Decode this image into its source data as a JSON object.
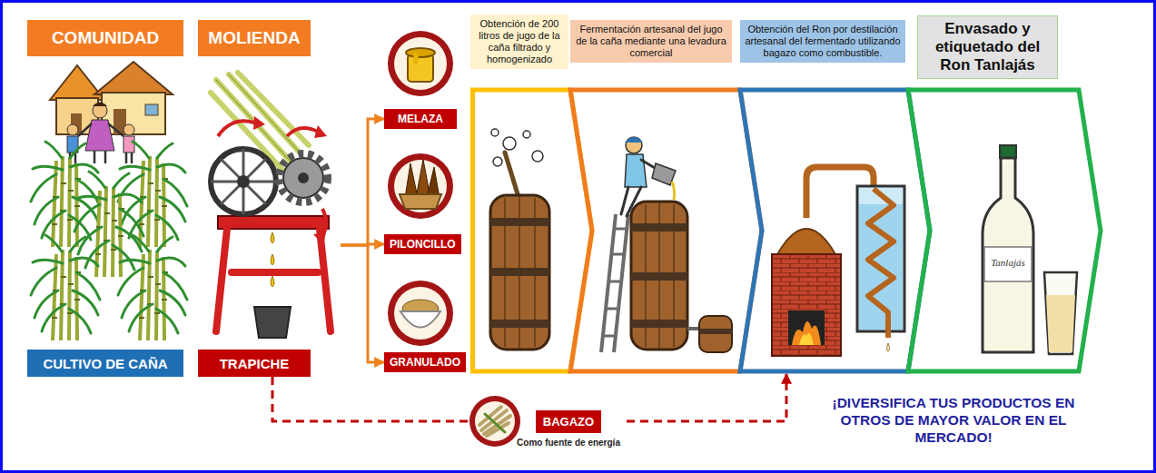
{
  "diagram": {
    "nodes": [
      {
        "text": [
          "COMUNIDAD"
        ]
      },
      {
        "text": [
          "MOLIENDA"
        ]
      },
      {
        "text": [
          "CULTIVO DE CAÑA"
        ]
      },
      {
        "text": [
          "TRAPICHE"
        ]
      },
      {
        "text": [
          "MELAZA"
        ]
      },
      {
        "text": [
          "PILONCILLO"
        ]
      },
      {
        "text": [
          "GRANULADO"
        ]
      },
      {
        "text": [
          "Obtención de 200 litros de jugo de la caña filtrado y homogenizado"
        ]
      },
      {
        "text": [
          "Fermentación artesanal del jugo de la caña mediante una levadura comercial"
        ]
      },
      {
        "text": [
          "Obtención del Ron por destilación artesanal del fermentado utilizando bagazo como combustible."
        ]
      },
      {
        "text": [
          "Envasado y etiquetado del Ron Tanlajás"
        ]
      },
      {
        "text": [
          "BAGAZO",
          "Como fuente de energía"
        ]
      }
    ],
    "edges": [
      {
        "from": 3,
        "to": 4,
        "arrow": "to"
      },
      {
        "from": 3,
        "to": 5,
        "arrow": "to"
      },
      {
        "from": 3,
        "to": 6,
        "arrow": "to"
      },
      {
        "from": 3,
        "to": 11,
        "arrow": "none"
      },
      {
        "from": 11,
        "to": 9,
        "arrow": "to"
      }
    ],
    "labels": [
      "Tanlajás",
      "¡DIVERSIFICA TUS PRODUCTOS EN OTROS DE MAYOR VALOR EN EL MERCADO!"
    ]
  }
}
